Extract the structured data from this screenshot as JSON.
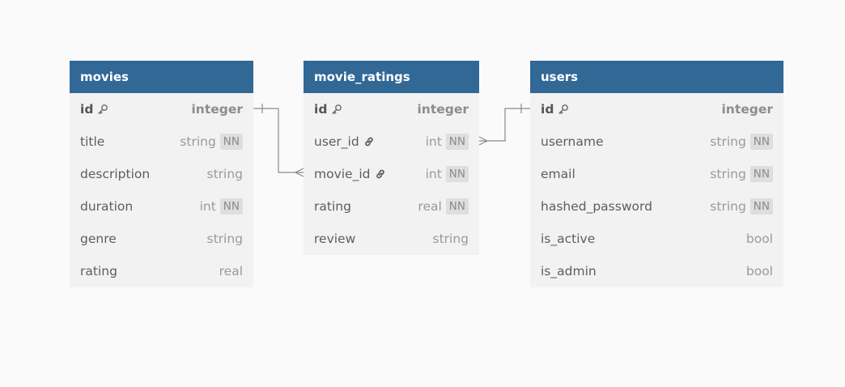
{
  "tables": [
    {
      "name": "movies",
      "fields": [
        {
          "name": "id",
          "type": "integer",
          "pk": true,
          "nn": false,
          "fk": false
        },
        {
          "name": "title",
          "type": "string",
          "pk": false,
          "nn": true,
          "fk": false
        },
        {
          "name": "description",
          "type": "string",
          "pk": false,
          "nn": false,
          "fk": false
        },
        {
          "name": "duration",
          "type": "int",
          "pk": false,
          "nn": true,
          "fk": false
        },
        {
          "name": "genre",
          "type": "string",
          "pk": false,
          "nn": false,
          "fk": false
        },
        {
          "name": "rating",
          "type": "real",
          "pk": false,
          "nn": false,
          "fk": false
        }
      ]
    },
    {
      "name": "movie_ratings",
      "fields": [
        {
          "name": "id",
          "type": "integer",
          "pk": true,
          "nn": false,
          "fk": false
        },
        {
          "name": "user_id",
          "type": "int",
          "pk": false,
          "nn": true,
          "fk": true
        },
        {
          "name": "movie_id",
          "type": "int",
          "pk": false,
          "nn": true,
          "fk": true
        },
        {
          "name": "rating",
          "type": "real",
          "pk": false,
          "nn": true,
          "fk": false
        },
        {
          "name": "review",
          "type": "string",
          "pk": false,
          "nn": false,
          "fk": false
        }
      ]
    },
    {
      "name": "users",
      "fields": [
        {
          "name": "id",
          "type": "integer",
          "pk": true,
          "nn": false,
          "fk": false
        },
        {
          "name": "username",
          "type": "string",
          "pk": false,
          "nn": true,
          "fk": false
        },
        {
          "name": "email",
          "type": "string",
          "pk": false,
          "nn": true,
          "fk": false
        },
        {
          "name": "hashed_password",
          "type": "string",
          "pk": false,
          "nn": true,
          "fk": false
        },
        {
          "name": "is_active",
          "type": "bool",
          "pk": false,
          "nn": false,
          "fk": false
        },
        {
          "name": "is_admin",
          "type": "bool",
          "pk": false,
          "nn": false,
          "fk": false
        }
      ]
    }
  ],
  "nn_label": "NN",
  "relationships": [
    {
      "from_table": "movies",
      "from_field": "id",
      "from_cardinality": "one",
      "to_table": "movie_ratings",
      "to_field": "movie_id",
      "to_cardinality": "many"
    },
    {
      "from_table": "users",
      "from_field": "id",
      "from_cardinality": "one",
      "to_table": "movie_ratings",
      "to_field": "user_id",
      "to_cardinality": "many"
    }
  ],
  "colors": {
    "header_bg": "#316896",
    "header_text": "#ffffff",
    "table_bg": "#f2f2f2",
    "connector": "#8a8a8a",
    "badge_bg": "#dedede"
  },
  "icons": {
    "primary_key": "key-icon",
    "foreign_key": "link-icon"
  }
}
